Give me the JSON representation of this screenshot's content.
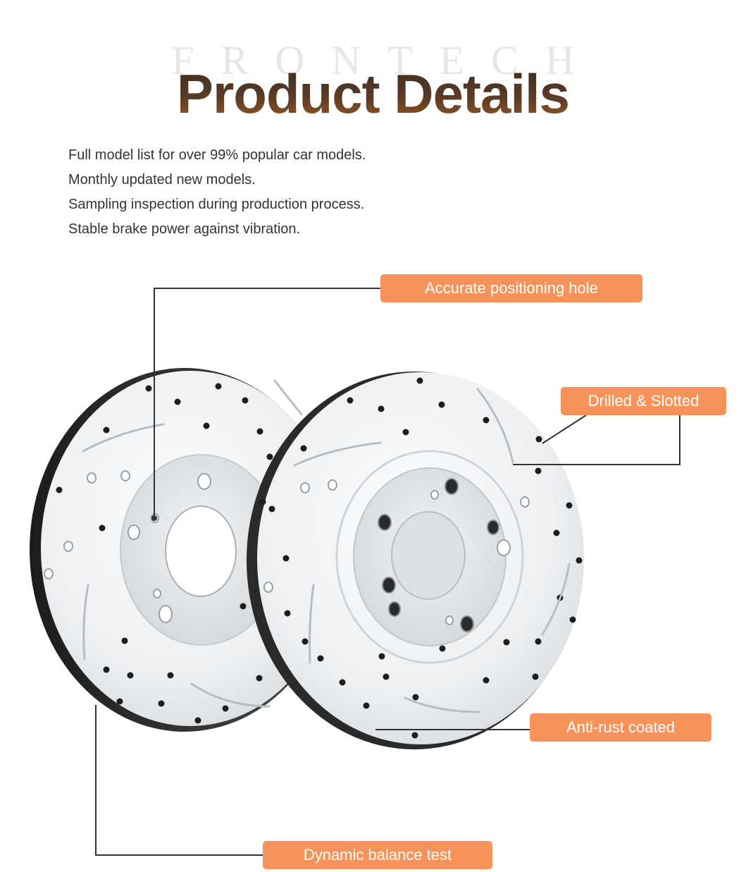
{
  "header": {
    "watermark": "FRONTECH",
    "title": "Product Details"
  },
  "features": [
    "Full model list for over 99% popular car models.",
    "Monthly updated new models.",
    "Sampling inspection during production process.",
    "Stable brake power against vibration."
  ],
  "callouts": {
    "positioning_hole": "Accurate positioning hole",
    "drilled_slotted": "Drilled & Slotted",
    "anti_rust": "Anti-rust coated",
    "balance_test": "Dynamic balance test"
  },
  "colors": {
    "tag_background": "#f7925a",
    "leader_line": "#333333",
    "disc_surface": "#eef0f2",
    "title_dark": "#3a2c22",
    "title_warm": "#9a5a24"
  }
}
